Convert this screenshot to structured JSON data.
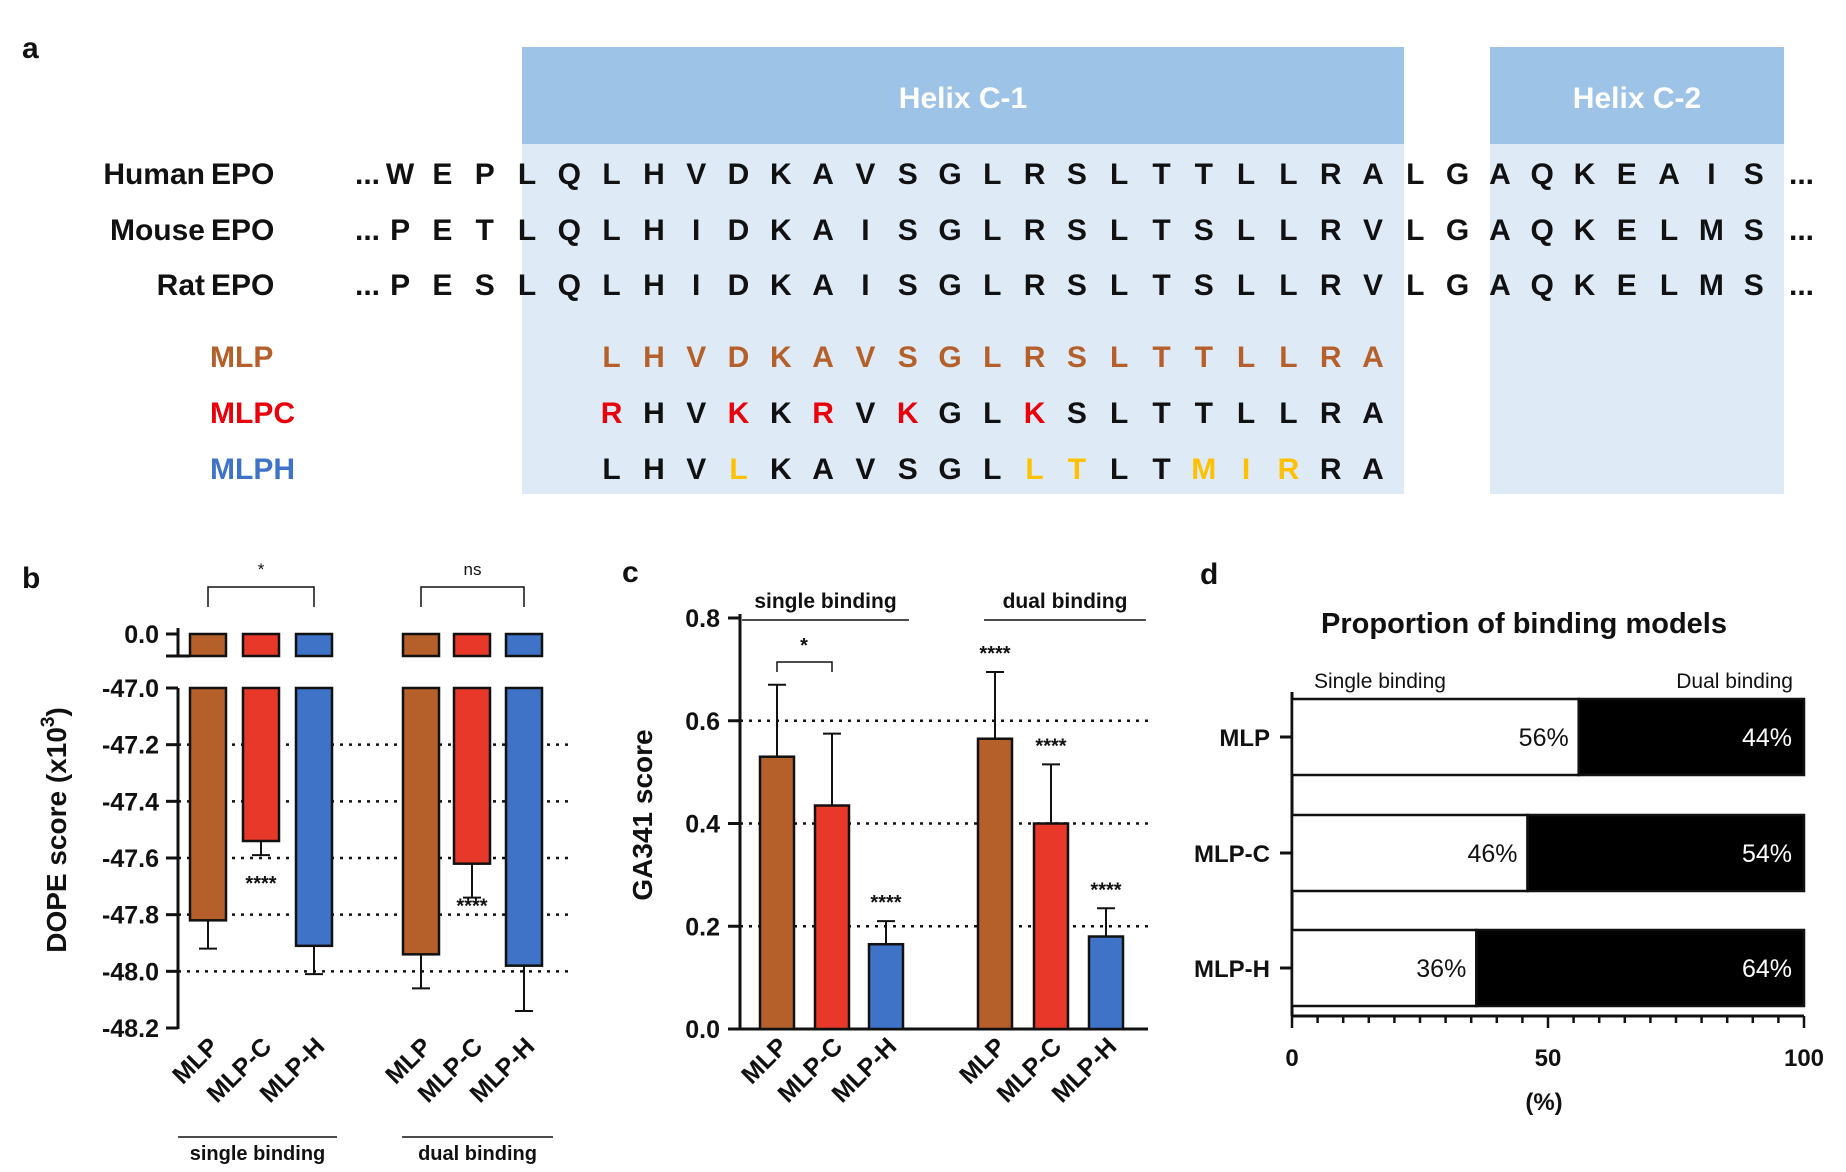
{
  "colors": {
    "helix_header": "#9dc3e6",
    "helix_body": "#deebf7",
    "mlp": "#b5602b",
    "mlpc": "#e8382a",
    "mlph": "#3f73c8",
    "highlight_red": "#e8000b",
    "highlight_yellow": "#ffc000",
    "dual_fill": "#000000"
  },
  "panel_a": {
    "label": "a",
    "helix_titles": [
      "Helix C-1",
      "Helix C-2"
    ],
    "species_rows": [
      {
        "name": "Human",
        "protein": "EPO",
        "prefix": "...",
        "residues": [
          "W",
          "E",
          "P",
          "L",
          "Q",
          "L",
          "H",
          "V",
          "D",
          "K",
          "A",
          "V",
          "S",
          "G",
          "L",
          "R",
          "S",
          "L",
          "T",
          "T",
          "L",
          "L",
          "R",
          "A",
          "L",
          "G",
          "A",
          "Q",
          "K",
          "E",
          "A",
          "I",
          "S"
        ],
        "suffix": "..."
      },
      {
        "name": "Mouse",
        "protein": "EPO",
        "prefix": "...",
        "residues": [
          "P",
          "E",
          "T",
          "L",
          "Q",
          "L",
          "H",
          "I",
          "D",
          "K",
          "A",
          "I",
          "S",
          "G",
          "L",
          "R",
          "S",
          "L",
          "T",
          "S",
          "L",
          "L",
          "R",
          "V",
          "L",
          "G",
          "A",
          "Q",
          "K",
          "E",
          "L",
          "M",
          "S"
        ],
        "suffix": "..."
      },
      {
        "name": "Rat",
        "protein": "EPO",
        "prefix": "...",
        "residues": [
          "P",
          "E",
          "S",
          "L",
          "Q",
          "L",
          "H",
          "I",
          "D",
          "K",
          "A",
          "I",
          "S",
          "G",
          "L",
          "R",
          "S",
          "L",
          "T",
          "S",
          "L",
          "L",
          "R",
          "V",
          "L",
          "G",
          "A",
          "Q",
          "K",
          "E",
          "L",
          "M",
          "S"
        ],
        "suffix": "..."
      }
    ],
    "peptide_rows": [
      {
        "name": "MLP",
        "residues": [
          "L",
          "H",
          "V",
          "D",
          "K",
          "A",
          "V",
          "S",
          "G",
          "L",
          "R",
          "S",
          "L",
          "T",
          "T",
          "L",
          "L",
          "R",
          "A"
        ],
        "highlights": "all"
      },
      {
        "name": "MLPC",
        "residues": [
          "R",
          "H",
          "V",
          "K",
          "K",
          "R",
          "V",
          "K",
          "G",
          "L",
          "K",
          "S",
          "L",
          "T",
          "T",
          "L",
          "L",
          "R",
          "A"
        ],
        "highlights": [
          0,
          3,
          5,
          7,
          10
        ]
      },
      {
        "name": "MLPH",
        "residues": [
          "L",
          "H",
          "V",
          "L",
          "K",
          "A",
          "V",
          "S",
          "G",
          "L",
          "L",
          "T",
          "L",
          "T",
          "M",
          "I",
          "R",
          "R",
          "A"
        ],
        "highlights": [
          3,
          10,
          11,
          14,
          15,
          16
        ]
      }
    ]
  },
  "panel_b": {
    "label": "b",
    "y_axis_label": "DOPE score (x10",
    "y_axis_label_sup": "3",
    "y_axis_label_end": ")",
    "top_tick": "0.0",
    "ticks": [
      "-47.0",
      "-47.2",
      "-47.4",
      "-47.6",
      "-47.8",
      "-48.0",
      "-48.2"
    ],
    "significance": [
      "*",
      "ns"
    ],
    "group_labels": [
      "single binding",
      "dual binding"
    ],
    "categories": [
      "MLP",
      "MLP-C",
      "MLP-H"
    ]
  },
  "panel_c": {
    "label": "c",
    "y_axis_label": "GA341 score",
    "ticks": [
      "0.0",
      "0.2",
      "0.4",
      "0.6",
      "0.8"
    ],
    "significance": "*",
    "group_labels": [
      "single binding",
      "dual binding"
    ],
    "categories": [
      "MLP",
      "MLP-C",
      "MLP-H"
    ]
  },
  "panel_d": {
    "label": "d",
    "title": "Proportion of binding models",
    "legend_left": "Single binding",
    "legend_right": "Dual binding",
    "x_axis_label": "(%)",
    "x_ticks": [
      "0",
      "50",
      "100"
    ]
  },
  "chart_data": [
    {
      "type": "bar",
      "title": "",
      "ylabel": "DOPE score (x10^3)",
      "ylim": [
        -48.2,
        0.0
      ],
      "axis_break": [
        -47.0,
        0.0
      ],
      "groups": [
        "single binding",
        "dual binding"
      ],
      "categories": [
        "MLP",
        "MLP-C",
        "MLP-H"
      ],
      "series": [
        {
          "group": "single binding",
          "values": [
            -47.82,
            -47.54,
            -47.91
          ],
          "error": [
            0.1,
            0.05,
            0.1
          ],
          "annotations": [
            "",
            "****",
            ""
          ]
        },
        {
          "group": "dual binding",
          "values": [
            -47.94,
            -47.62,
            -47.98
          ],
          "error": [
            0.12,
            0.12,
            0.16
          ],
          "annotations": [
            "",
            "****",
            ""
          ]
        }
      ],
      "comparisons": [
        {
          "group": "single binding",
          "between": [
            "MLP",
            "MLP-H"
          ],
          "label": "*"
        },
        {
          "group": "dual binding",
          "between": [
            "MLP",
            "MLP-H"
          ],
          "label": "ns"
        }
      ],
      "gridlines": [
        -47.2,
        -47.4,
        -47.6,
        -47.8,
        -48.0
      ]
    },
    {
      "type": "bar",
      "title": "",
      "ylabel": "GA341 score",
      "ylim": [
        0.0,
        0.8
      ],
      "groups": [
        "single binding",
        "dual binding"
      ],
      "categories": [
        "MLP",
        "MLP-C",
        "MLP-H"
      ],
      "series": [
        {
          "group": "single binding",
          "values": [
            0.53,
            0.435,
            0.165
          ],
          "error": [
            0.14,
            0.14,
            0.045
          ],
          "annotations": [
            "",
            "",
            "****"
          ]
        },
        {
          "group": "dual binding",
          "values": [
            0.565,
            0.4,
            0.18
          ],
          "error": [
            0.13,
            0.115,
            0.055
          ],
          "annotations": [
            "****",
            "****",
            "****"
          ]
        }
      ],
      "comparisons": [
        {
          "group": "single binding",
          "between": [
            "MLP",
            "MLP-C"
          ],
          "label": "*"
        }
      ],
      "gridlines": [
        0.2,
        0.4,
        0.6
      ]
    },
    {
      "type": "bar",
      "orientation": "horizontal",
      "stacked": true,
      "title": "Proportion of binding models",
      "xlabel": "(%)",
      "xlim": [
        0,
        100
      ],
      "categories": [
        "MLP",
        "MLP-C",
        "MLP-H"
      ],
      "series": [
        {
          "name": "Single binding",
          "values": [
            56,
            46,
            36
          ],
          "labels": [
            "56%",
            "46%",
            "36%"
          ]
        },
        {
          "name": "Dual binding",
          "values": [
            44,
            54,
            64
          ],
          "labels": [
            "44%",
            "54%",
            "64%"
          ]
        }
      ]
    }
  ]
}
